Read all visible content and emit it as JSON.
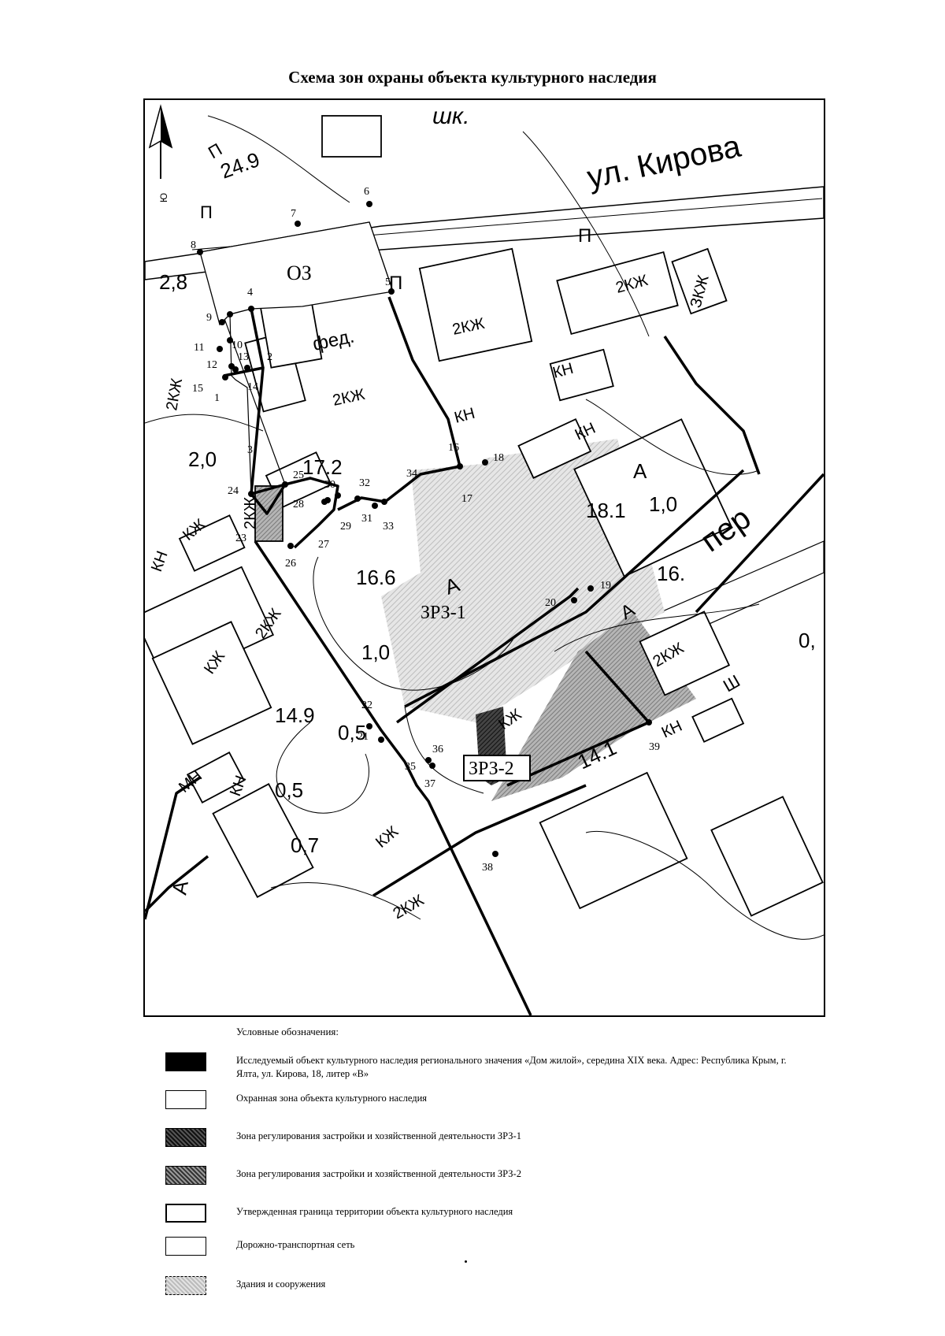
{
  "title": "Схема зон охраны объекта культурного наследия",
  "map": {
    "streets": {
      "kirova": "ул. Кирова",
      "pereulok": "пер",
      "shk": "шк.",
      "fed": "фед."
    },
    "zones": {
      "oz": "ОЗ",
      "zrz1": "ЗРЗ-1",
      "zrz2": "ЗРЗ-2"
    },
    "building_labels": {
      "2kzh": "2КЖ",
      "kn": "КН",
      "kzh": "КЖ",
      "mn": "МН",
      "zkzh": "ЗКЖ",
      "a": "А",
      "p": "П",
      "sh": "Ш"
    },
    "elevations": [
      "24.9",
      "2,8",
      "17.2",
      "2,0",
      "18.1",
      "1,0",
      "16.6",
      "1,0",
      "16.",
      "14.9",
      "0,5",
      "0,5",
      "0,7",
      "14.1",
      "0,"
    ],
    "point_labels": [
      "1",
      "2",
      "3",
      "4",
      "5",
      "6",
      "7",
      "8",
      "9",
      "10",
      "11",
      "12",
      "13",
      "14",
      "15",
      "16",
      "17",
      "18",
      "19",
      "20",
      "21",
      "22",
      "23",
      "24",
      "25",
      "26",
      "27",
      "28",
      "29",
      "30",
      "31",
      "32",
      "33",
      "34",
      "35",
      "36",
      "37",
      "38",
      "39"
    ],
    "north_arrow_letter": "Ю"
  },
  "legend": {
    "heading": "Условные обозначения:",
    "items": [
      {
        "key": "object",
        "text": "Исследуемый объект культурного наследия регионального значения «Дом жилой», середина XIX века. Адрес: Республика Крым, г. Ялта, ул. Кирова, 18, литер «В»"
      },
      {
        "key": "oz",
        "text": "Охранная зона объекта культурного наследия"
      },
      {
        "key": "zrz1",
        "text": "Зона регулирования застройки и хозяйственной деятельности ЗРЗ-1"
      },
      {
        "key": "zrz2",
        "text": "Зона регулирования застройки и хозяйственной деятельности ЗРЗ-2"
      },
      {
        "key": "border",
        "text": "Утвержденная граница территории объекта культурного наследия"
      },
      {
        "key": "road",
        "text": "Дорожно-транспортная сеть"
      },
      {
        "key": "buildings",
        "text": "Здания и сооружения"
      }
    ]
  }
}
